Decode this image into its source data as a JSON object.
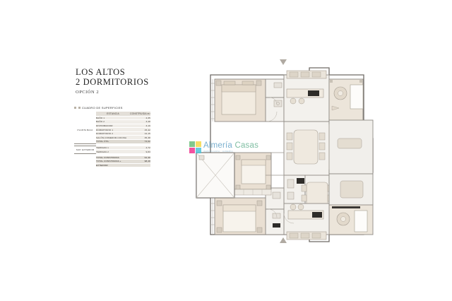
{
  "document": {
    "background_color": "#ffffff",
    "title_line_1": "LOS ALTOS",
    "title_line_2": "2 DORMITORIOS",
    "option": "OPCIÓN 2"
  },
  "surfaces": {
    "heading": "CUADRO DE SUPERFICIES",
    "columns": [
      "",
      "ESTANCIA",
      "CONSTRUIDA m²"
    ],
    "groups": [
      {
        "label": "PLANTA BAJA",
        "rows": [
          {
            "room": "BAÑO 1",
            "value": "4,35"
          },
          {
            "room": "BAÑO 2",
            "value": "3,48"
          },
          {
            "room": "DISTRIBUIDOR",
            "value": "3,19"
          },
          {
            "room": "DORMITORIO 1",
            "value": "15,42"
          },
          {
            "room": "DORMITORIO 2",
            "value": "12,15"
          },
          {
            "room": "SALÓN-COMEDOR-COCINA",
            "value": "35,38"
          },
          {
            "room": "TOTAL ÚTIL",
            "value": "74,02",
            "total": true
          }
        ]
      },
      {
        "label": "SUP. EXTERIOR",
        "rows": [
          {
            "room": "TERRAZA 1",
            "value": "4,72"
          },
          {
            "room": "TERRAZA 2",
            "value": "9,83"
          }
        ]
      }
    ],
    "totals": [
      {
        "label": "TOTAL CONSTRUIDA",
        "value": "91,40"
      },
      {
        "label": "TOTAL CONSTRUIDA +",
        "value": "98,28"
      },
      {
        "label": "EXTERIOR",
        "value": ""
      }
    ]
  },
  "floorplan": {
    "marker_top": "▼",
    "marker_bottom": "▲",
    "wall_color": "#8e8a84",
    "fill_color": "#efece7",
    "bedroom_color": "#e8ddd0",
    "furniture_color": "#d9d2c6"
  },
  "watermark": {
    "name_part_1": "Almería",
    "name_part_2": "Casas",
    "tagline": "INMOBILIARIA · ALMERÍA",
    "logo_colors": [
      "#6cbf7a",
      "#f5d949",
      "#f0358f",
      "#4fc3d9"
    ],
    "text_color": "#5b9ec4"
  }
}
